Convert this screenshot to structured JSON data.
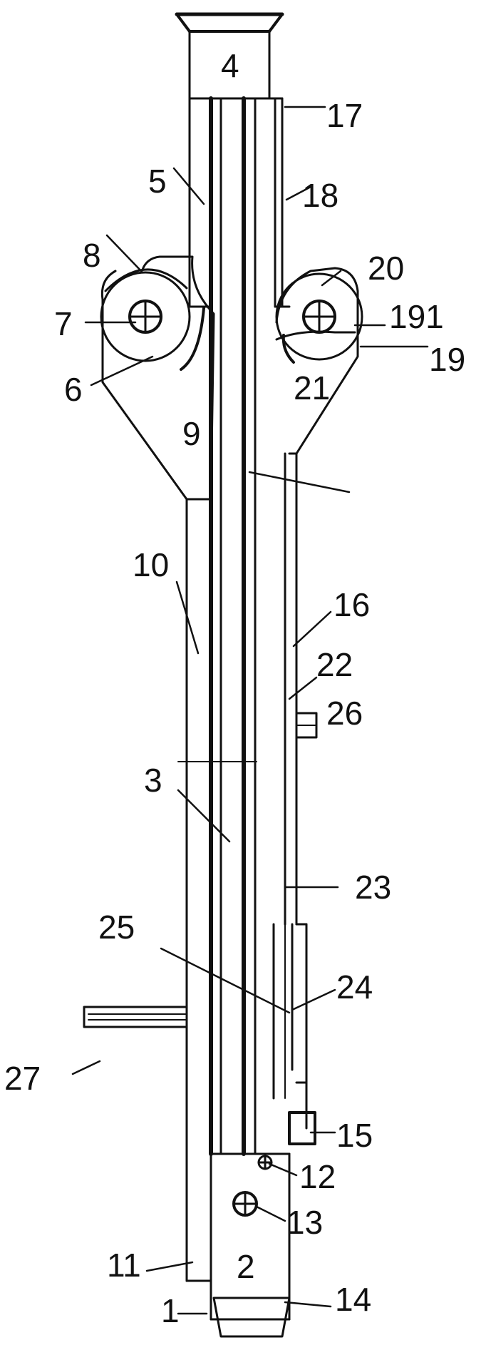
{
  "labels": {
    "l1": "1",
    "l2": "2",
    "l3": "3",
    "l4": "4",
    "l5": "5",
    "l6": "6",
    "l7": "7",
    "l8": "8",
    "l9": "9",
    "l10": "10",
    "l11": "11",
    "l12": "12",
    "l13": "13",
    "l14": "14",
    "l15": "15",
    "l16": "16",
    "l17": "17",
    "l18": "18",
    "l19": "19",
    "l191": "191",
    "l20": "20",
    "l21": "21",
    "l22": "22",
    "l23": "23",
    "l24": "24",
    "l25": "25",
    "l26": "26",
    "l27": "27"
  }
}
